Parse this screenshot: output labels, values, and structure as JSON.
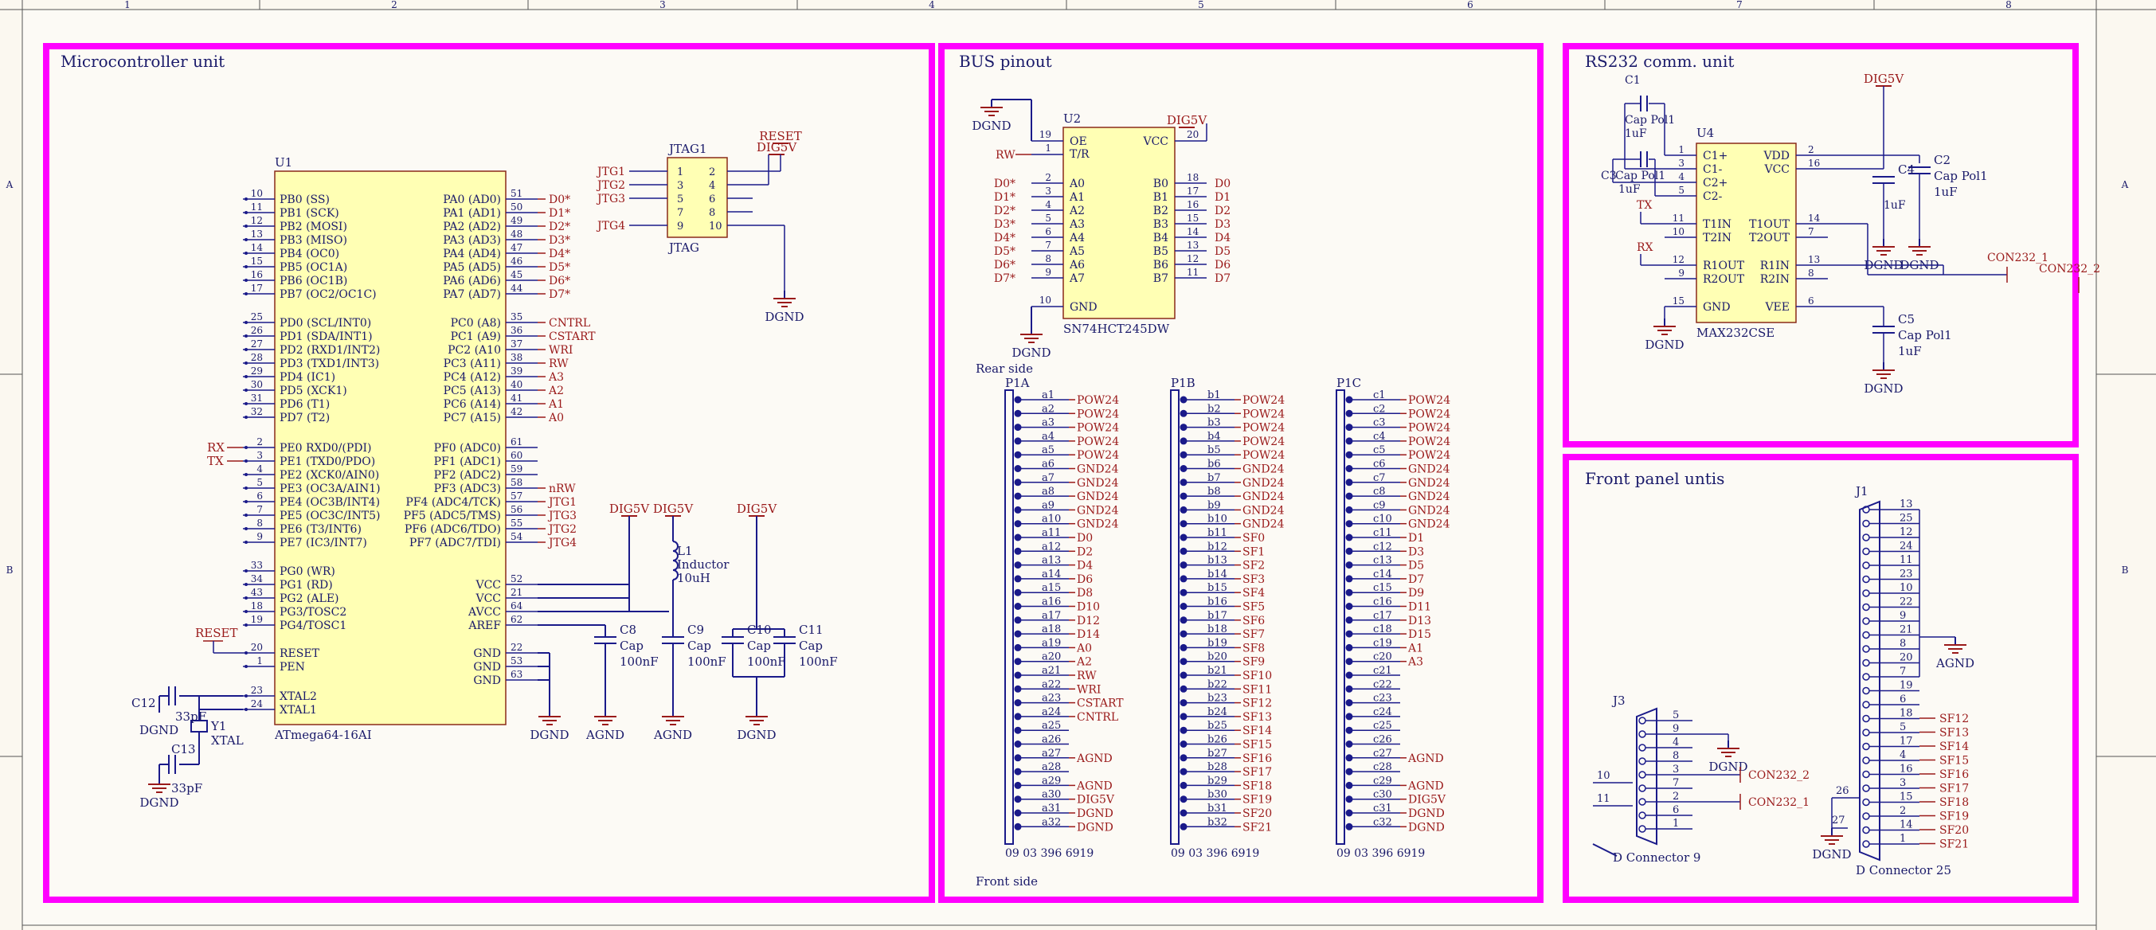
{
  "frame": {
    "columns": [
      "1",
      "2",
      "3",
      "4",
      "5",
      "6",
      "7",
      "8"
    ],
    "rows": [
      "A",
      "B"
    ]
  },
  "sections": {
    "mcu": "Microcontroller unit",
    "bus": "BUS pinout",
    "rs232": "RS232 comm. unit",
    "front": "Front panel untis"
  },
  "u1": {
    "designator": "U1",
    "part": "ATmega64-16AI",
    "left_pins": [
      {
        "num": "10",
        "name": "PB0 (SS)"
      },
      {
        "num": "11",
        "name": "PB1 (SCK)"
      },
      {
        "num": "12",
        "name": "PB2 (MOSI)"
      },
      {
        "num": "13",
        "name": "PB3 (MISO)"
      },
      {
        "num": "14",
        "name": "PB4 (OC0)"
      },
      {
        "num": "15",
        "name": "PB5 (OC1A)"
      },
      {
        "num": "16",
        "name": "PB6 (OC1B)"
      },
      {
        "num": "17",
        "name": "PB7 (OC2/OC1C)"
      },
      {
        "num": "25",
        "name": "PD0 (SCL/INT0)"
      },
      {
        "num": "26",
        "name": "PD1 (SDA/INT1)"
      },
      {
        "num": "27",
        "name": "PD2 (RXD1/INT2)"
      },
      {
        "num": "28",
        "name": "PD3 (TXD1/INT3)"
      },
      {
        "num": "29",
        "name": "PD4 (IC1)"
      },
      {
        "num": "30",
        "name": "PD5 (XCK1)"
      },
      {
        "num": "31",
        "name": "PD6 (T1)"
      },
      {
        "num": "32",
        "name": "PD7 (T2)"
      },
      {
        "num": "2",
        "name": "PE0 RXD0/(PDI)"
      },
      {
        "num": "3",
        "name": "PE1 (TXD0/PDO)"
      },
      {
        "num": "4",
        "name": "PE2 (XCK0/AIN0)"
      },
      {
        "num": "5",
        "name": "PE3 (OC3A/AIN1)"
      },
      {
        "num": "6",
        "name": "PE4 (OC3B/INT4)"
      },
      {
        "num": "7",
        "name": "PE5 (OC3C/INT5)"
      },
      {
        "num": "8",
        "name": "PE6 (T3/INT6)"
      },
      {
        "num": "9",
        "name": "PE7 (IC3/INT7)"
      },
      {
        "num": "33",
        "name": "PG0 (WR)"
      },
      {
        "num": "34",
        "name": "PG1 (RD)"
      },
      {
        "num": "43",
        "name": "PG2 (ALE)"
      },
      {
        "num": "18",
        "name": "PG3/TOSC2"
      },
      {
        "num": "19",
        "name": "PG4/TOSC1"
      },
      {
        "num": "20",
        "name": "RESET"
      },
      {
        "num": "1",
        "name": "PEN"
      },
      {
        "num": "23",
        "name": "XTAL2"
      },
      {
        "num": "24",
        "name": "XTAL1"
      }
    ],
    "right_pins": [
      {
        "num": "51",
        "name": "PA0 (AD0)",
        "net": "D0*"
      },
      {
        "num": "50",
        "name": "PA1 (AD1)",
        "net": "D1*"
      },
      {
        "num": "49",
        "name": "PA2 (AD2)",
        "net": "D2*"
      },
      {
        "num": "48",
        "name": "PA3 (AD3)",
        "net": "D3*"
      },
      {
        "num": "47",
        "name": "PA4 (AD4)",
        "net": "D4*"
      },
      {
        "num": "46",
        "name": "PA5 (AD5)",
        "net": "D5*"
      },
      {
        "num": "45",
        "name": "PA6 (AD6)",
        "net": "D6*"
      },
      {
        "num": "44",
        "name": "PA7 (AD7)",
        "net": "D7*"
      },
      {
        "num": "35",
        "name": "PC0 (A8)",
        "net": "CNTRL"
      },
      {
        "num": "36",
        "name": "PC1 (A9)",
        "net": "CSTART"
      },
      {
        "num": "37",
        "name": "PC2 (A10",
        "net": "WRI"
      },
      {
        "num": "38",
        "name": "PC3 (A11)",
        "net": "RW"
      },
      {
        "num": "39",
        "name": "PC4 (A12)",
        "net": "A3"
      },
      {
        "num": "40",
        "name": "PC5 (A13)",
        "net": "A2"
      },
      {
        "num": "41",
        "name": "PC6 (A14)",
        "net": "A1"
      },
      {
        "num": "42",
        "name": "PC7 (A15)",
        "net": "A0"
      },
      {
        "num": "61",
        "name": "PF0 (ADC0)",
        "net": ""
      },
      {
        "num": "60",
        "name": "PF1 (ADC1)",
        "net": ""
      },
      {
        "num": "59",
        "name": "PF2 (ADC2)",
        "net": ""
      },
      {
        "num": "58",
        "name": "PF3 (ADC3)",
        "net": "nRW"
      },
      {
        "num": "57",
        "name": "PF4 (ADC4/TCK)",
        "net": "JTG1"
      },
      {
        "num": "56",
        "name": "PF5 (ADC5/TMS)",
        "net": "JTG3"
      },
      {
        "num": "55",
        "name": "PF6 (ADC6/TDO)",
        "net": "JTG2"
      },
      {
        "num": "54",
        "name": "PF7 (ADC7/TDI)",
        "net": "JTG4"
      },
      {
        "num": "52",
        "name": "VCC",
        "net": ""
      },
      {
        "num": "21",
        "name": "VCC",
        "net": ""
      },
      {
        "num": "64",
        "name": "AVCC",
        "net": ""
      },
      {
        "num": "62",
        "name": "AREF",
        "net": ""
      },
      {
        "num": "22",
        "name": "GND",
        "net": ""
      },
      {
        "num": "53",
        "name": "GND",
        "net": ""
      },
      {
        "num": "63",
        "name": "GND",
        "net": ""
      }
    ]
  },
  "mcu_misc": {
    "rx": "RX",
    "tx": "TX",
    "reset": "RESET",
    "dig5v": "DIG5V",
    "dgnd": "DGND",
    "agnd": "AGND",
    "c12": "C12",
    "c12_val": "33pF",
    "c13": "C13",
    "c13_val": "33pF",
    "y1": "Y1",
    "y1_val": "XTAL",
    "l1": "L1",
    "l1_type": "Inductor",
    "l1_val": "10uH",
    "caps": [
      {
        "ref": "C8",
        "type": "Cap",
        "val": "100nF"
      },
      {
        "ref": "C9",
        "type": "Cap",
        "val": "100nF"
      },
      {
        "ref": "C10",
        "type": "Cap",
        "val": "100nF"
      },
      {
        "ref": "C11",
        "type": "Cap",
        "val": "100nF"
      }
    ]
  },
  "jtag": {
    "ref": "JTAG1",
    "part": "JTAG",
    "pins": [
      "1",
      "2",
      "3",
      "4",
      "5",
      "6",
      "7",
      "8",
      "9",
      "10"
    ],
    "nets": [
      "JTG1",
      "JTG2",
      "JTG3",
      "JTG4"
    ],
    "reset": "RESET",
    "dig5v": "DIG5V",
    "dgnd": "DGND"
  },
  "u2": {
    "ref": "U2",
    "part": "SN74HCT245DW",
    "oe": "OE",
    "tr": "T/R",
    "vcc": "VCC",
    "gnd": "GND",
    "pins_oe": "19",
    "pins_tr": "1",
    "pin_vcc": "20",
    "pin_gnd": "10",
    "a_names": [
      "A0",
      "A1",
      "A2",
      "A3",
      "A4",
      "A5",
      "A6",
      "A7"
    ],
    "b_names": [
      "B0",
      "B1",
      "B2",
      "B3",
      "B4",
      "B5",
      "B6",
      "B7"
    ],
    "a_nums": [
      "2",
      "3",
      "4",
      "5",
      "6",
      "7",
      "8",
      "9"
    ],
    "b_nums": [
      "18",
      "17",
      "16",
      "15",
      "14",
      "13",
      "12",
      "11"
    ],
    "a_nets": [
      "D0*",
      "D1*",
      "D2*",
      "D3*",
      "D4*",
      "D5*",
      "D6*",
      "D7*"
    ],
    "b_nets": [
      "D0",
      "D1",
      "D2",
      "D3",
      "D4",
      "D5",
      "D6",
      "D7"
    ],
    "dgnd": "DGND",
    "rw": "RW",
    "dig5v": "DIG5V"
  },
  "connectors": {
    "rear_side": "Rear side",
    "front_side": "Front side",
    "part": "09 03 396 6919",
    "p1a": {
      "ref": "P1A",
      "pins": [
        "a1",
        "a2",
        "a3",
        "a4",
        "a5",
        "a6",
        "a7",
        "a8",
        "a9",
        "a10",
        "a11",
        "a12",
        "a13",
        "a14",
        "a15",
        "a16",
        "a17",
        "a18",
        "a19",
        "a20",
        "a21",
        "a22",
        "a23",
        "a24",
        "a25",
        "a26",
        "a27",
        "a28",
        "a29",
        "a30",
        "a31",
        "a32"
      ],
      "nets": [
        "POW24",
        "POW24",
        "POW24",
        "POW24",
        "POW24",
        "GND24",
        "GND24",
        "GND24",
        "GND24",
        "GND24",
        "D0",
        "D2",
        "D4",
        "D6",
        "D8",
        "D10",
        "D12",
        "D14",
        "A0",
        "A2",
        "RW",
        "WRI",
        "CSTART",
        "CNTRL",
        "",
        "",
        "AGND",
        "",
        "AGND",
        "DIG5V",
        "DGND",
        "DGND"
      ]
    },
    "p1b": {
      "ref": "P1B",
      "pins": [
        "b1",
        "b2",
        "b3",
        "b4",
        "b5",
        "b6",
        "b7",
        "b8",
        "b9",
        "b10",
        "b11",
        "b12",
        "b13",
        "b14",
        "b15",
        "b16",
        "b17",
        "b18",
        "b19",
        "b20",
        "b21",
        "b22",
        "b23",
        "b24",
        "b25",
        "b26",
        "b27",
        "b28",
        "b29",
        "b30",
        "b31",
        "b32"
      ],
      "nets": [
        "POW24",
        "POW24",
        "POW24",
        "POW24",
        "POW24",
        "GND24",
        "GND24",
        "GND24",
        "GND24",
        "GND24",
        "SF0",
        "SF1",
        "SF2",
        "SF3",
        "SF4",
        "SF5",
        "SF6",
        "SF7",
        "SF8",
        "SF9",
        "SF10",
        "SF11",
        "SF12",
        "SF13",
        "SF14",
        "SF15",
        "SF16",
        "SF17",
        "SF18",
        "SF19",
        "SF20",
        "SF21"
      ]
    },
    "p1c": {
      "ref": "P1C",
      "pins": [
        "c1",
        "c2",
        "c3",
        "c4",
        "c5",
        "c6",
        "c7",
        "c8",
        "c9",
        "c10",
        "c11",
        "c12",
        "c13",
        "c14",
        "c15",
        "c16",
        "c17",
        "c18",
        "c19",
        "c20",
        "c21",
        "c22",
        "c23",
        "c24",
        "c25",
        "c26",
        "c27",
        "c28",
        "c29",
        "c30",
        "c31",
        "c32"
      ],
      "nets": [
        "POW24",
        "POW24",
        "POW24",
        "POW24",
        "POW24",
        "GND24",
        "GND24",
        "GND24",
        "GND24",
        "GND24",
        "D1",
        "D3",
        "D5",
        "D7",
        "D9",
        "D11",
        "D13",
        "D15",
        "A1",
        "A3",
        "",
        "",
        "",
        "",
        "",
        "",
        "AGND",
        "",
        "AGND",
        "DIG5V",
        "DGND",
        "DGND"
      ]
    }
  },
  "u4": {
    "ref": "U4",
    "part": "MAX232CSE",
    "left": [
      {
        "num": "1",
        "name": "C1+"
      },
      {
        "num": "3",
        "name": "C1-"
      },
      {
        "num": "4",
        "name": "C2+"
      },
      {
        "num": "5",
        "name": "C2-"
      },
      {
        "num": "11",
        "name": "T1IN"
      },
      {
        "num": "10",
        "name": "T2IN"
      },
      {
        "num": "12",
        "name": "R1OUT"
      },
      {
        "num": "9",
        "name": "R2OUT"
      },
      {
        "num": "15",
        "name": "GND"
      }
    ],
    "right": [
      {
        "num": "2",
        "name": "VDD"
      },
      {
        "num": "16",
        "name": "VCC"
      },
      {
        "num": "14",
        "name": "T1OUT"
      },
      {
        "num": "7",
        "name": "T2OUT"
      },
      {
        "num": "13",
        "name": "R1IN"
      },
      {
        "num": "8",
        "name": "R2IN"
      },
      {
        "num": "6",
        "name": "VEE"
      }
    ],
    "caps": [
      {
        "ref": "C1",
        "type": "Cap Pol1",
        "val": "1uF"
      },
      {
        "ref": "C3",
        "type": "Cap Pol1",
        "val": "1uF"
      },
      {
        "ref": "C2",
        "type": "Cap Pol1",
        "val": "1uF"
      },
      {
        "ref": "C4",
        "type": "",
        "val": "1uF"
      },
      {
        "ref": "C5",
        "type": "Cap Pol1",
        "val": "1uF"
      }
    ],
    "tx": "TX",
    "rx": "RX",
    "dig5v": "DIG5V",
    "dgnd": "DGND",
    "con1": "CON232_1",
    "con2": "CON232_2"
  },
  "front": {
    "j3": "J3",
    "j3_part": "D Connector 9",
    "j3_pins": [
      "5",
      "9",
      "4",
      "8",
      "3",
      "7",
      "2",
      "6",
      "1"
    ],
    "j3_side": [
      "10",
      "11"
    ],
    "j3_nets": [
      "CON232_2",
      "CON232_1"
    ],
    "j1": "J1",
    "j1_part": "D Connector 25",
    "j1_pins": [
      "13",
      "25",
      "12",
      "24",
      "11",
      "23",
      "10",
      "22",
      "9",
      "21",
      "8",
      "20",
      "7",
      "19",
      "6",
      "18",
      "5",
      "17",
      "4",
      "16",
      "3",
      "15",
      "2",
      "14",
      "1"
    ],
    "j1_nets": [
      "SF12",
      "SF13",
      "SF14",
      "SF15",
      "SF16",
      "SF17",
      "SF18",
      "SF19",
      "SF20",
      "SF21"
    ],
    "side_pins": [
      "26",
      "27"
    ],
    "dgnd": "DGND",
    "agnd": "AGND"
  }
}
